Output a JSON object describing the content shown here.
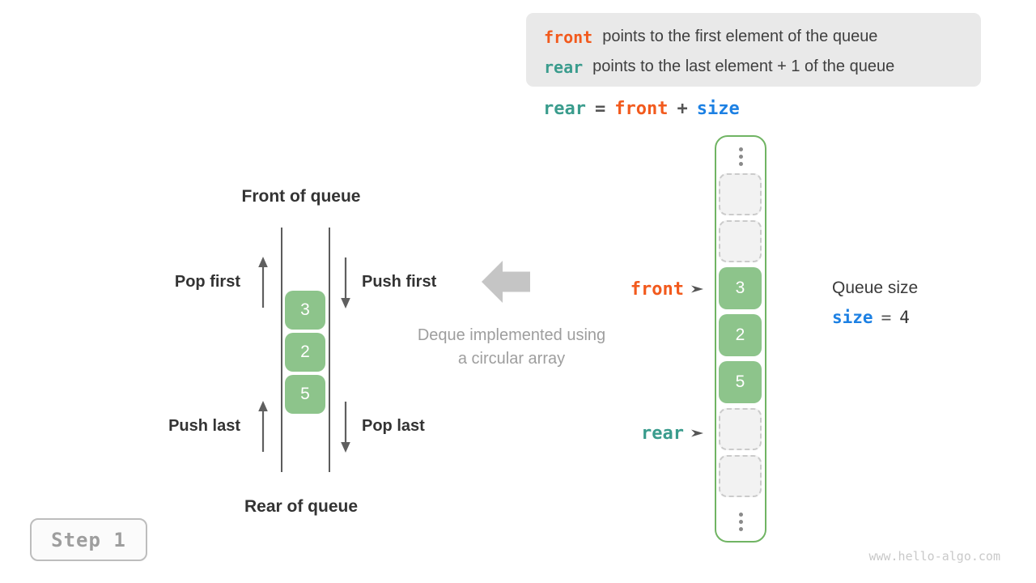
{
  "colors": {
    "orange": "#f25a1d",
    "teal": "#3a9c8d",
    "blue": "#1c80e3",
    "green_fill": "#8dc48b",
    "green_border": "#70b463"
  },
  "info_box": {
    "line1": {
      "keyword": "front",
      "text": "points to the first element of the queue"
    },
    "line2": {
      "keyword": "rear",
      "text": "points to the last element + 1 of the queue"
    }
  },
  "equation": {
    "lhs": "rear",
    "equals": "=",
    "addend1": "front",
    "plus": "+",
    "addend2": "size"
  },
  "left_queue": {
    "front_title": "Front of queue",
    "rear_title": "Rear of queue",
    "pop_first": "Pop first",
    "push_first": "Push first",
    "push_last": "Push last",
    "pop_last": "Pop last",
    "values": [
      "3",
      "2",
      "5"
    ]
  },
  "center": {
    "caption_line1": "Deque implemented using",
    "caption_line2": "a circular array"
  },
  "circular_array": {
    "front_pointer": "front",
    "rear_pointer": "rear",
    "cells": [
      {
        "state": "empty",
        "value": ""
      },
      {
        "state": "empty",
        "value": ""
      },
      {
        "state": "filled",
        "value": "3"
      },
      {
        "state": "filled",
        "value": "2"
      },
      {
        "state": "filled",
        "value": "5"
      },
      {
        "state": "empty",
        "value": ""
      },
      {
        "state": "empty",
        "value": ""
      }
    ]
  },
  "queue_size": {
    "title": "Queue size",
    "variable": "size",
    "equals": "=",
    "value": "4"
  },
  "step_badge": "Step 1",
  "watermark": "www.hello-algo.com"
}
